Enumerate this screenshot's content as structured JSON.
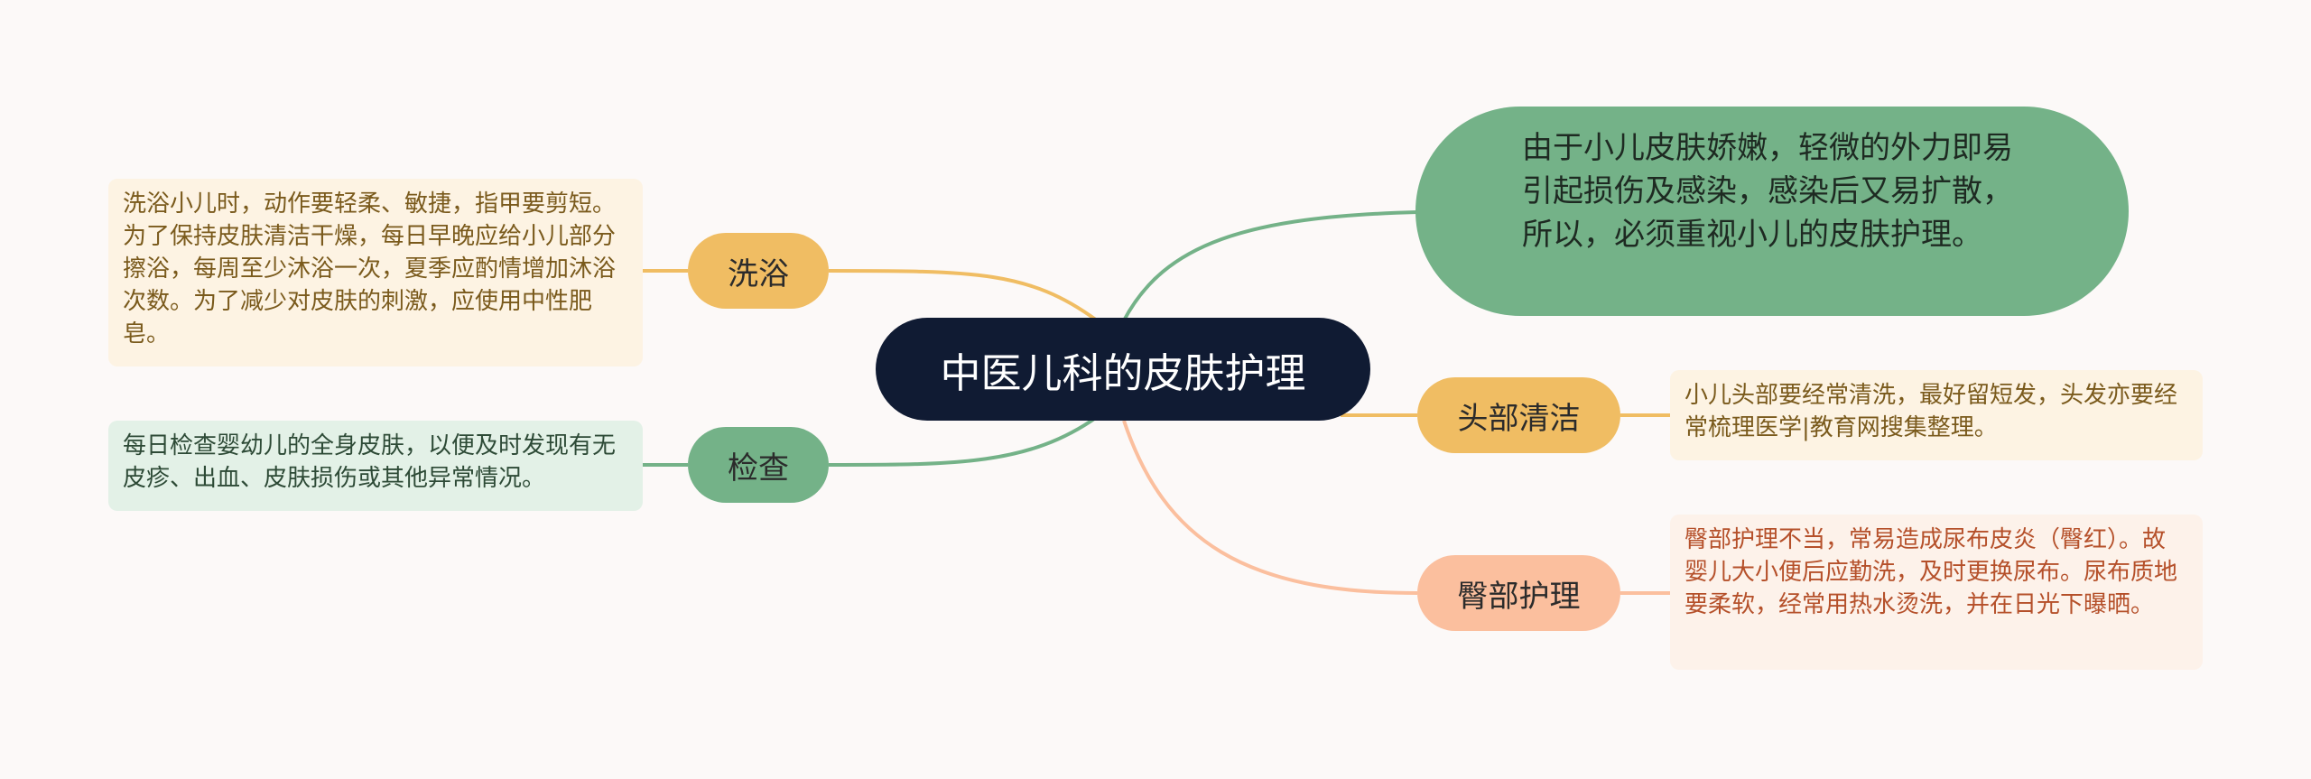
{
  "root": {
    "title": "中医儿科的皮肤护理"
  },
  "intro": {
    "text": "由于小儿皮肤娇嫩，轻微的外力即易引起损伤及感染，感染后又易扩散，所以，必须重视小儿的皮肤护理。"
  },
  "branches": {
    "bath": {
      "label": "洗浴",
      "note": "洗浴小儿时，动作要轻柔、敏捷，指甲要剪短。为了保持皮肤清洁干燥，每日早晚应给小儿部分擦浴，每周至少沐浴一次，夏季应酌情增加沐浴次数。为了减少对皮肤的刺激，应使用中性肥皂。"
    },
    "check": {
      "label": "检查",
      "note": "每日检查婴幼儿的全身皮肤，以便及时发现有无皮疹、出血、皮肤损伤或其他异常情况。"
    },
    "head": {
      "label": "头部清洁",
      "note": "小儿头部要经常清洗，最好留短发，头发亦要经常梳理医学|教育网搜集整理。"
    },
    "butt": {
      "label": "臀部护理",
      "note": "臀部护理不当，常易造成尿布皮炎（臀红）。故婴儿大小便后应勤洗，及时更换尿布。尿布质地要柔软，经常用热水烫洗，并在日光下曝晒。"
    }
  },
  "colors": {
    "background": "#fcf9f8",
    "root": "#101b33",
    "green": "#74b288",
    "yellow": "#f0bd63",
    "salmon": "#fbbf9e",
    "yellow_note": "#fdf3e3",
    "green_note": "#e3f1e7",
    "salmon_note": "#fdf2ea"
  }
}
